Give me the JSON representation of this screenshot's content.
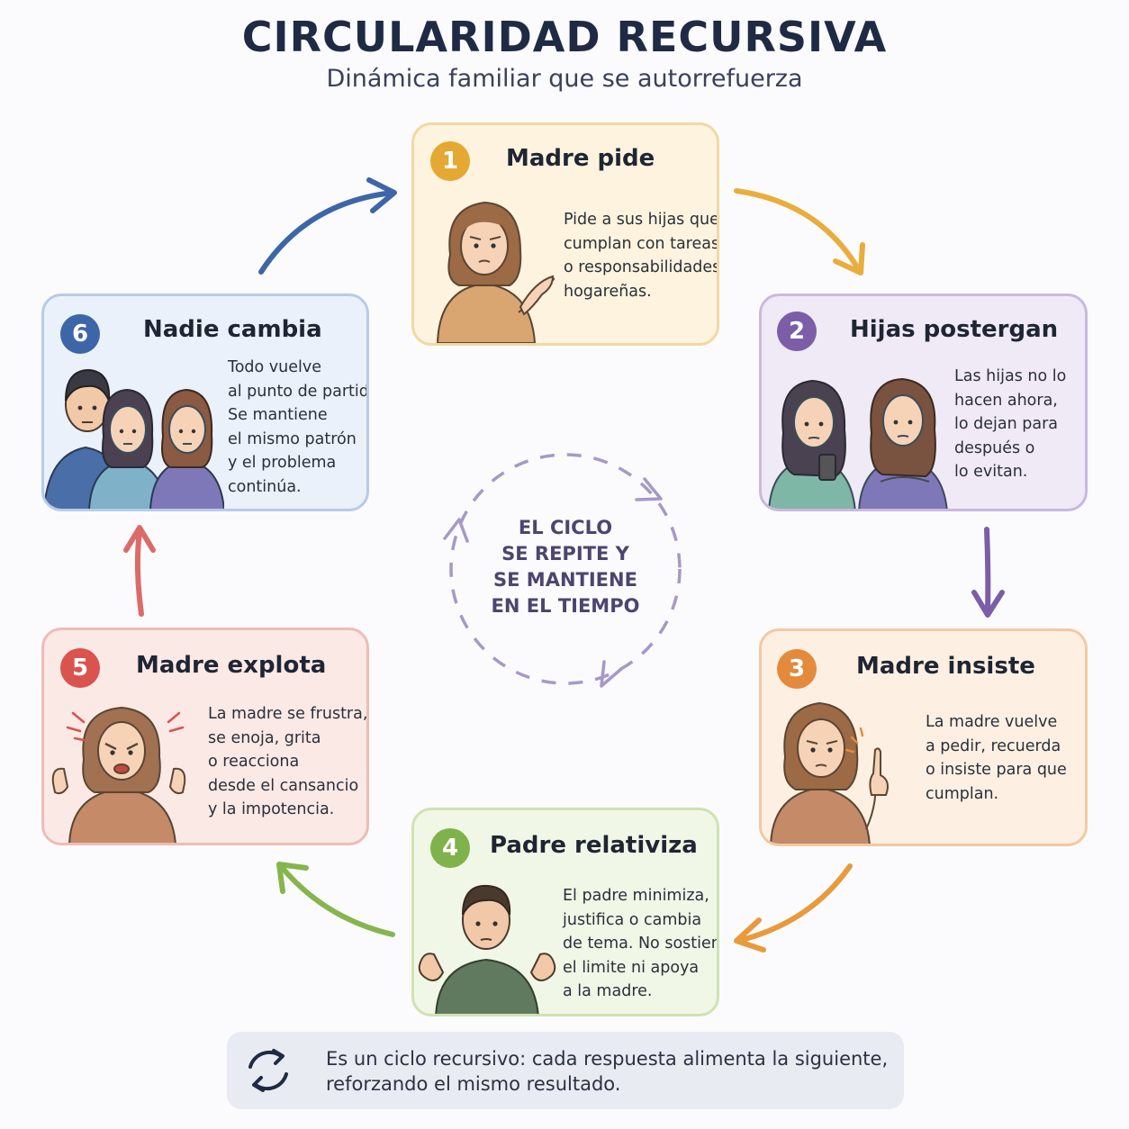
{
  "header": {
    "title": "CIRCULARIDAD RECURSIVA",
    "subtitle": "Dinámica familiar que se autorrefuerza"
  },
  "steps": [
    {
      "number": "1",
      "title": "Madre pide",
      "lines": [
        "Pide a sus hijas que",
        "cumplan con tareas",
        "o responsabilidades",
        "hogareñas."
      ],
      "color": "#e5a832",
      "bg": "#fdf3de",
      "border": "#f1d9a2",
      "icon": "mother-asking-illustration"
    },
    {
      "number": "2",
      "title": "Hijas postergan",
      "lines": [
        "Las hijas no lo",
        "hacen ahora,",
        "lo dejan para",
        "después o",
        "lo evitan."
      ],
      "color": "#7b5ea7",
      "bg": "#efeaf6",
      "border": "#c8b9de",
      "icon": "daughters-postponing-illustration"
    },
    {
      "number": "3",
      "title": "Madre insiste",
      "lines": [
        "La madre vuelve",
        "a pedir, recuerda",
        "o insiste para que",
        "cumplan."
      ],
      "color": "#e48a3c",
      "bg": "#fdf0e2",
      "border": "#f2c9a1",
      "icon": "mother-insisting-illustration"
    },
    {
      "number": "4",
      "title": "Padre relativiza",
      "lines": [
        "El padre minimiza,",
        "justifica o cambia",
        "de tema. No sostiene",
        "el limite ni apoya",
        "a la madre."
      ],
      "color": "#7fb24a",
      "bg": "#f1f7e6",
      "border": "#cfe2b0",
      "icon": "father-shrugging-illustration"
    },
    {
      "number": "5",
      "title": "Madre explota",
      "lines": [
        "La madre se frustra,",
        "se enoja, grita",
        "o reacciona",
        "desde el cansancio",
        "y la impotencia."
      ],
      "color": "#d9534f",
      "bg": "#fbe9e6",
      "border": "#efbcb5",
      "icon": "mother-exploding-illustration"
    },
    {
      "number": "6",
      "title": "Nadie cambia",
      "lines": [
        "Todo vuelve",
        "al punto de partida.",
        "Se mantiene",
        "el mismo patrón",
        "y el problema",
        "continúa."
      ],
      "color": "#3d66a8",
      "bg": "#eaf1fa",
      "border": "#b7cbe6",
      "icon": "family-unchanged-illustration"
    }
  ],
  "center": {
    "lines": [
      "EL CICLO",
      "SE REPITE Y",
      "SE MANTIENE",
      "EN EL TIEMPO"
    ]
  },
  "footer": {
    "icon": "refresh-cycle-icon",
    "lines": [
      "Es un ciclo recursivo: cada respuesta alimenta la siguiente,",
      "reforzando el mismo resultado."
    ]
  }
}
